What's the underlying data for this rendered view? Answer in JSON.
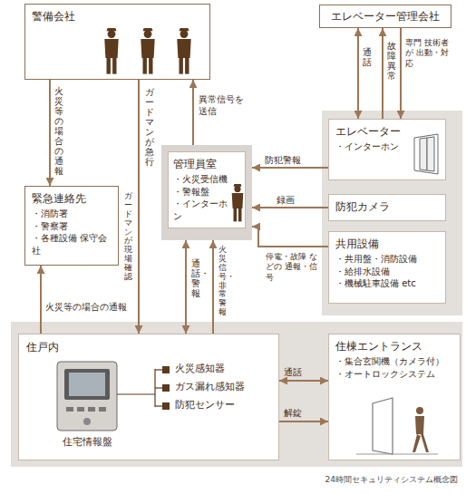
{
  "diagram": {
    "caption": "24時間セキュリティシステム概念図",
    "nodes": [
      {
        "text": [
          "警備会社"
        ]
      },
      {
        "text": [
          "エレベーター管理会社"
        ]
      },
      {
        "text": [
          "緊急連絡先",
          "・消防署",
          "・警察署",
          "・各種設備 保守会社"
        ]
      },
      {
        "text": [
          "管理員室",
          "・火災受信機",
          "・警報盤",
          "・インターホン"
        ]
      },
      {
        "text": [
          "エレベーター",
          "・インターホン"
        ]
      },
      {
        "text": [
          "防犯カメラ"
        ]
      },
      {
        "text": [
          "共用設備",
          "・共用盤・消防設備",
          "・給排水設備",
          "・機械駐車設備 etc"
        ]
      },
      {
        "text": [
          "住戸内",
          "住宅情報盤",
          "火災感知器",
          "ガス漏れ感知器",
          "防犯センサー"
        ]
      },
      {
        "text": [
          "住棟エントランス",
          "・集合玄関機（カメラ付）",
          "・オートロックシステム"
        ]
      }
    ],
    "edges": [
      {
        "from": 0,
        "to": 2,
        "arrow": "to",
        "label": "火災等の場合の通報"
      },
      {
        "from": 0,
        "to": 7,
        "arrow": "to",
        "label": "ガードマンが急行"
      },
      {
        "from": 3,
        "to": 0,
        "arrow": "to",
        "label": "異常信号を 送信"
      },
      {
        "from": 1,
        "to": 4,
        "arrow": "both",
        "label": "通話"
      },
      {
        "from": 4,
        "to": 1,
        "arrow": "to",
        "label": "故障異常"
      },
      {
        "from": 1,
        "to": 4,
        "arrow": "to",
        "label": "専門 技術者が 出動・対応"
      },
      {
        "from": 4,
        "to": 3,
        "arrow": "to",
        "label": "防犯警報"
      },
      {
        "from": 5,
        "to": 3,
        "arrow": "to",
        "label": "録画"
      },
      {
        "from": 6,
        "to": 3,
        "arrow": "to",
        "label": "停電・故障 などの 通報・信号"
      },
      {
        "from": 7,
        "to": 3,
        "arrow": "to",
        "label": "火災信号・非常警報"
      },
      {
        "from": 3,
        "to": 7,
        "arrow": "both",
        "label": "通話・警報"
      },
      {
        "from": 7,
        "to": 2,
        "arrow": "to",
        "label": "火災等の場合の通報"
      },
      {
        "from": 8,
        "to": 7,
        "arrow": "both",
        "label": "通話"
      },
      {
        "from": 7,
        "to": 8,
        "arrow": "to",
        "label": "解錠"
      }
    ],
    "labels": [
      "ガードマンが現場確認"
    ]
  }
}
